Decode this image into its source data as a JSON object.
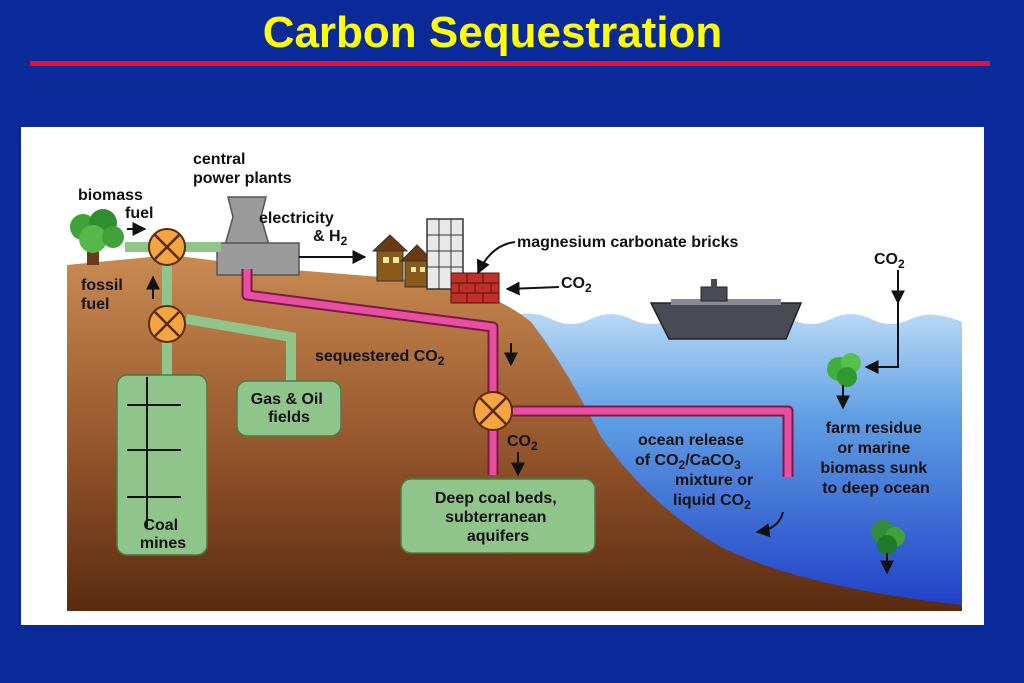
{
  "title": "Carbon Sequestration",
  "labels": {
    "biomass_fuel": [
      "biomass",
      "fuel"
    ],
    "central_power_plants": [
      "central",
      "power plants"
    ],
    "electricity_h2": [
      "electricity",
      "& H",
      "2"
    ],
    "magnesium_carbonate_bricks": "magnesium carbonate bricks",
    "co2_bricks": [
      "CO",
      "2"
    ],
    "co2_atmosphere": [
      "CO",
      "2"
    ],
    "fossil_fuel": [
      "fossil",
      "fuel"
    ],
    "sequestered_co2": [
      "sequestered CO",
      "2"
    ],
    "gas_oil_fields": [
      "Gas & Oil",
      "fields"
    ],
    "coal_mines": [
      "Coal",
      "mines"
    ],
    "co2_deep": [
      "CO",
      "2"
    ],
    "deep_coal_beds": [
      "Deep coal beds,",
      "subterranean",
      "aquifers"
    ],
    "ocean_release": [
      "ocean release",
      "of CO",
      "2",
      "/CaCO",
      "3",
      "mixture or",
      "liquid CO",
      "2"
    ],
    "farm_residue": [
      "farm residue",
      "or marine",
      "biomass sunk",
      "to deep ocean"
    ]
  },
  "colors": {
    "background": "#0a2a9a",
    "title": "#ffff00",
    "title_rule": "#e8103a",
    "land": "#b5733f",
    "water": "#4a8bd8",
    "pipe_pink": "#e84fa0",
    "box_green": "#8fc48a",
    "valve": "#f5a442"
  }
}
